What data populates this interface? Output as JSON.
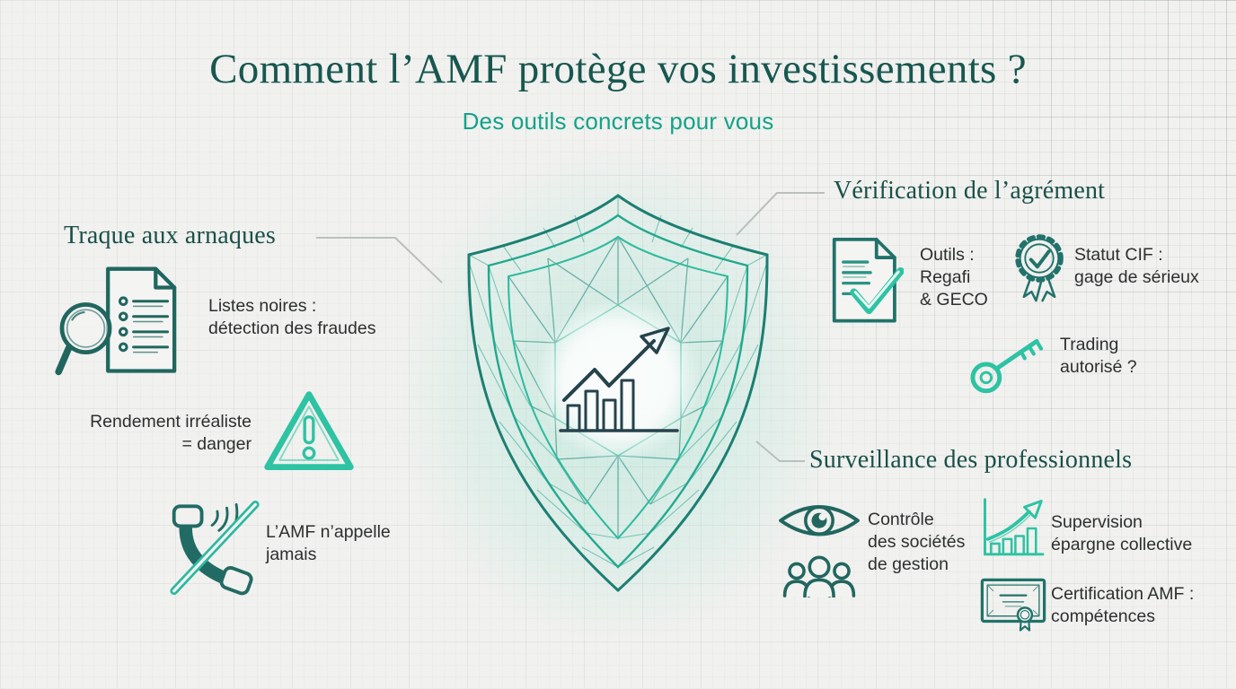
{
  "palette": {
    "background": "#f1f1ef",
    "title_teal": "#17574f",
    "accent_teal": "#13a289",
    "bright_teal": "#2dc3a3",
    "dark_icon_teal": "#21726a",
    "body_text": "#2c302f",
    "connector_gray": "#b5bab8"
  },
  "header": {
    "title": "Comment l’AMF protège vos investissements ?",
    "subtitle": "Des outils concrets pour vous"
  },
  "center": {
    "name": "wireframe-shield",
    "inner_icon": "growth-chart"
  },
  "sections": {
    "fraude": {
      "heading": "Traque aux arnaques",
      "items": [
        {
          "icon": "magnifier-blacklist-icon",
          "label": "Listes noires :\ndétection des fraudes"
        },
        {
          "icon": "warning-triangle-icon",
          "label": "Rendement irréaliste\n= danger"
        },
        {
          "icon": "phone-slash-icon",
          "label": "L’AMF n’appelle\njamais"
        }
      ]
    },
    "verification": {
      "heading": "Vérification de l’agrément",
      "items": [
        {
          "icon": "document-check-icon",
          "label": "Outils :\nRegafi\n& GECO"
        },
        {
          "icon": "rosette-badge-icon",
          "label": "Statut CIF :\ngage de sérieux"
        },
        {
          "icon": "key-icon",
          "label": "Trading\nautorisé ?"
        }
      ]
    },
    "surveillance": {
      "heading": "Surveillance des professionnels",
      "items": [
        {
          "icon": "eye-group-icon",
          "label": "Contrôle\ndes sociétés\nde gestion"
        },
        {
          "icon": "bar-chart-growth-icon",
          "label": "Supervision\népargne collective"
        },
        {
          "icon": "certificate-icon",
          "label": "Certification AMF :\ncompétences"
        }
      ]
    }
  }
}
